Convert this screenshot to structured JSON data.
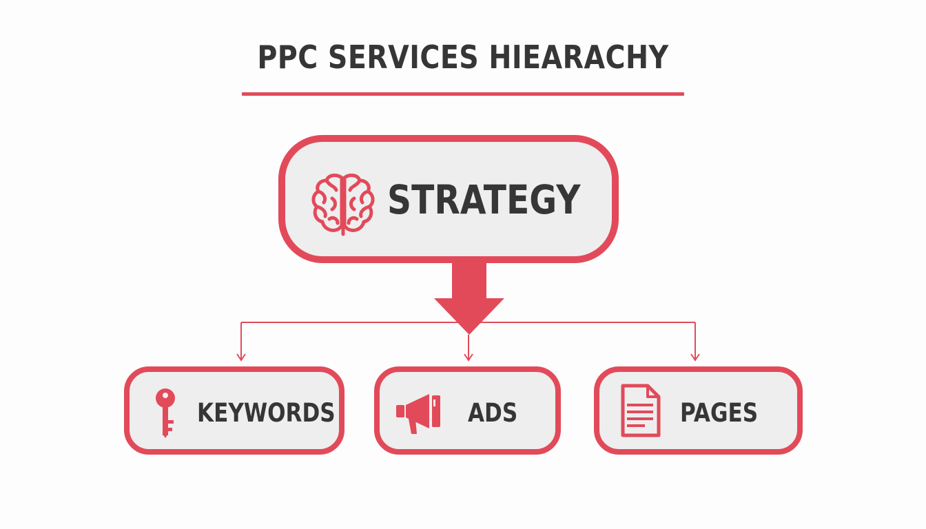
{
  "title": "PPC SERVICES HIEARACHY",
  "colors": {
    "accent": "#e24a5a",
    "text": "#363636",
    "box_fill": "#eeeeee",
    "background": "#fdfdfd"
  },
  "root": {
    "label": "STRATEGY",
    "icon": "brain-icon"
  },
  "children": [
    {
      "label": "KEYWORDS",
      "icon": "key-icon"
    },
    {
      "label": "ADS",
      "icon": "megaphone-icon"
    },
    {
      "label": "PAGES",
      "icon": "document-icon"
    }
  ]
}
